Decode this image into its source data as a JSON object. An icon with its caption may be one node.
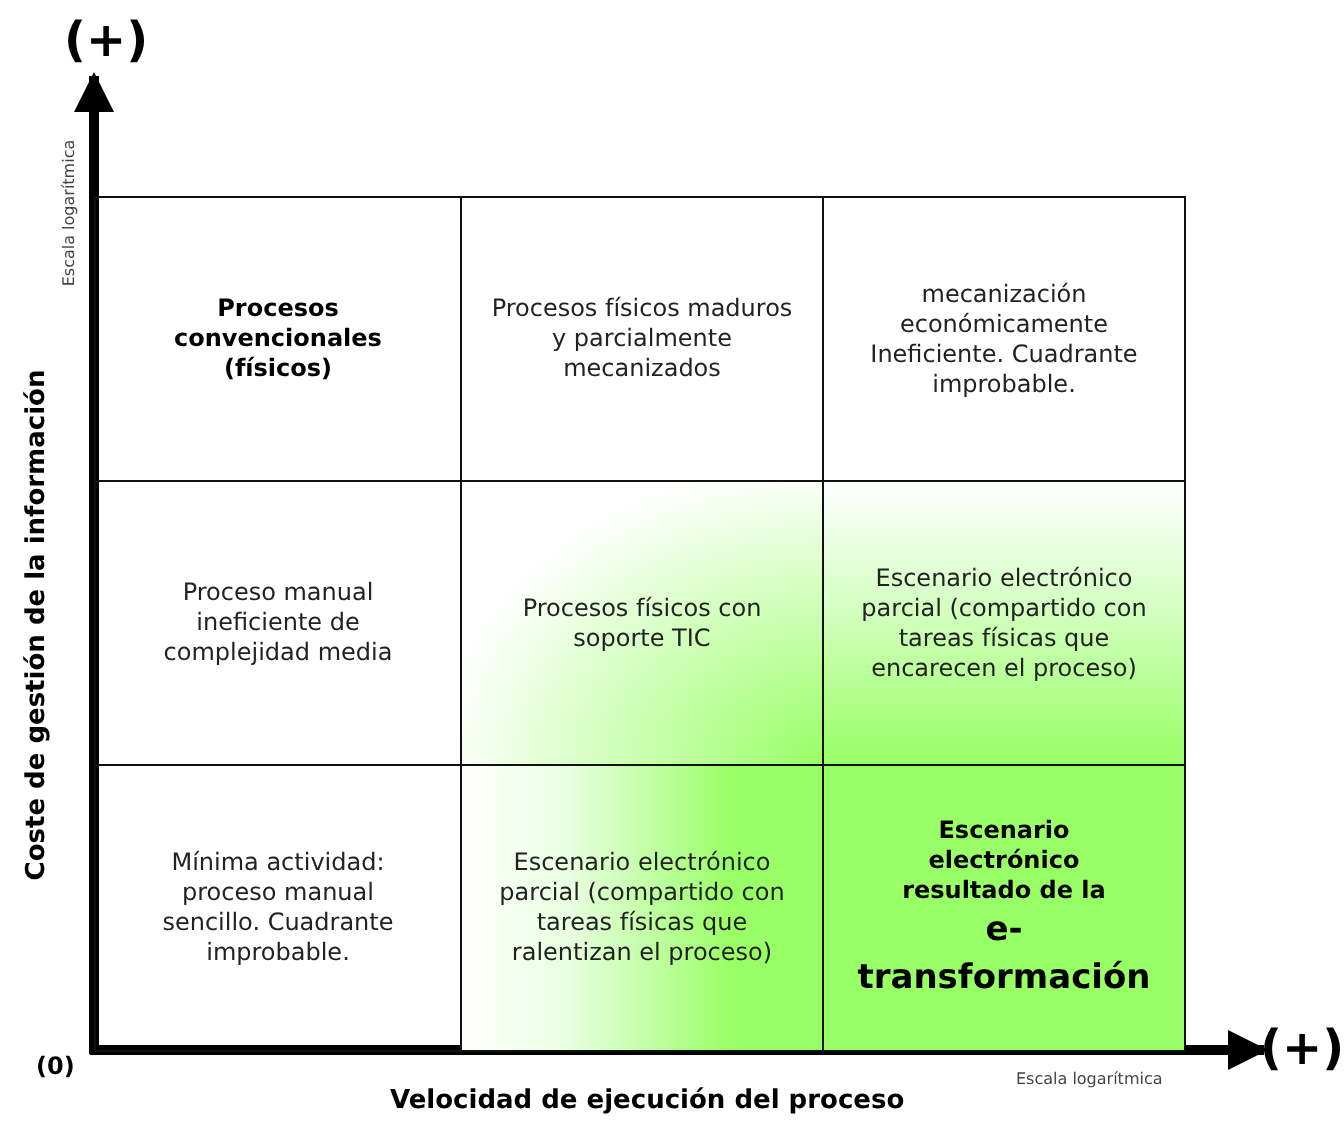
{
  "diagram": {
    "nodes": [
      {
        "text": [
          "Procesos convencionales (físicos)"
        ]
      },
      {
        "text": [
          "Procesos físicos maduros y parcialmente mecanizados"
        ]
      },
      {
        "text": [
          "mecanización económicamente Ineficiente. Cuadrante improbable."
        ]
      },
      {
        "text": [
          "Proceso manual ineficiente de complejidad media"
        ]
      },
      {
        "text": [
          "Procesos físicos con soporte TIC"
        ]
      },
      {
        "text": [
          "Escenario electrónico parcial (compartido con tareas físicas que encarecen el proceso)"
        ]
      },
      {
        "text": [
          "Mínima actividad: proceso manual sencillo. Cuadrante improbable."
        ]
      },
      {
        "text": [
          "Escenario electrónico parcial (compartido con tareas físicas que ralentizan el proceso)"
        ]
      },
      {
        "text": [
          "Escenario electrónico resultado de la",
          "e-transformación"
        ]
      }
    ],
    "labels": [
      "(+)",
      "Escala logarítmica",
      "Coste de gestión de la información",
      "(0)",
      "Escala logarítmica",
      "(+)",
      "Velocidad de ejecución del proceso"
    ]
  }
}
